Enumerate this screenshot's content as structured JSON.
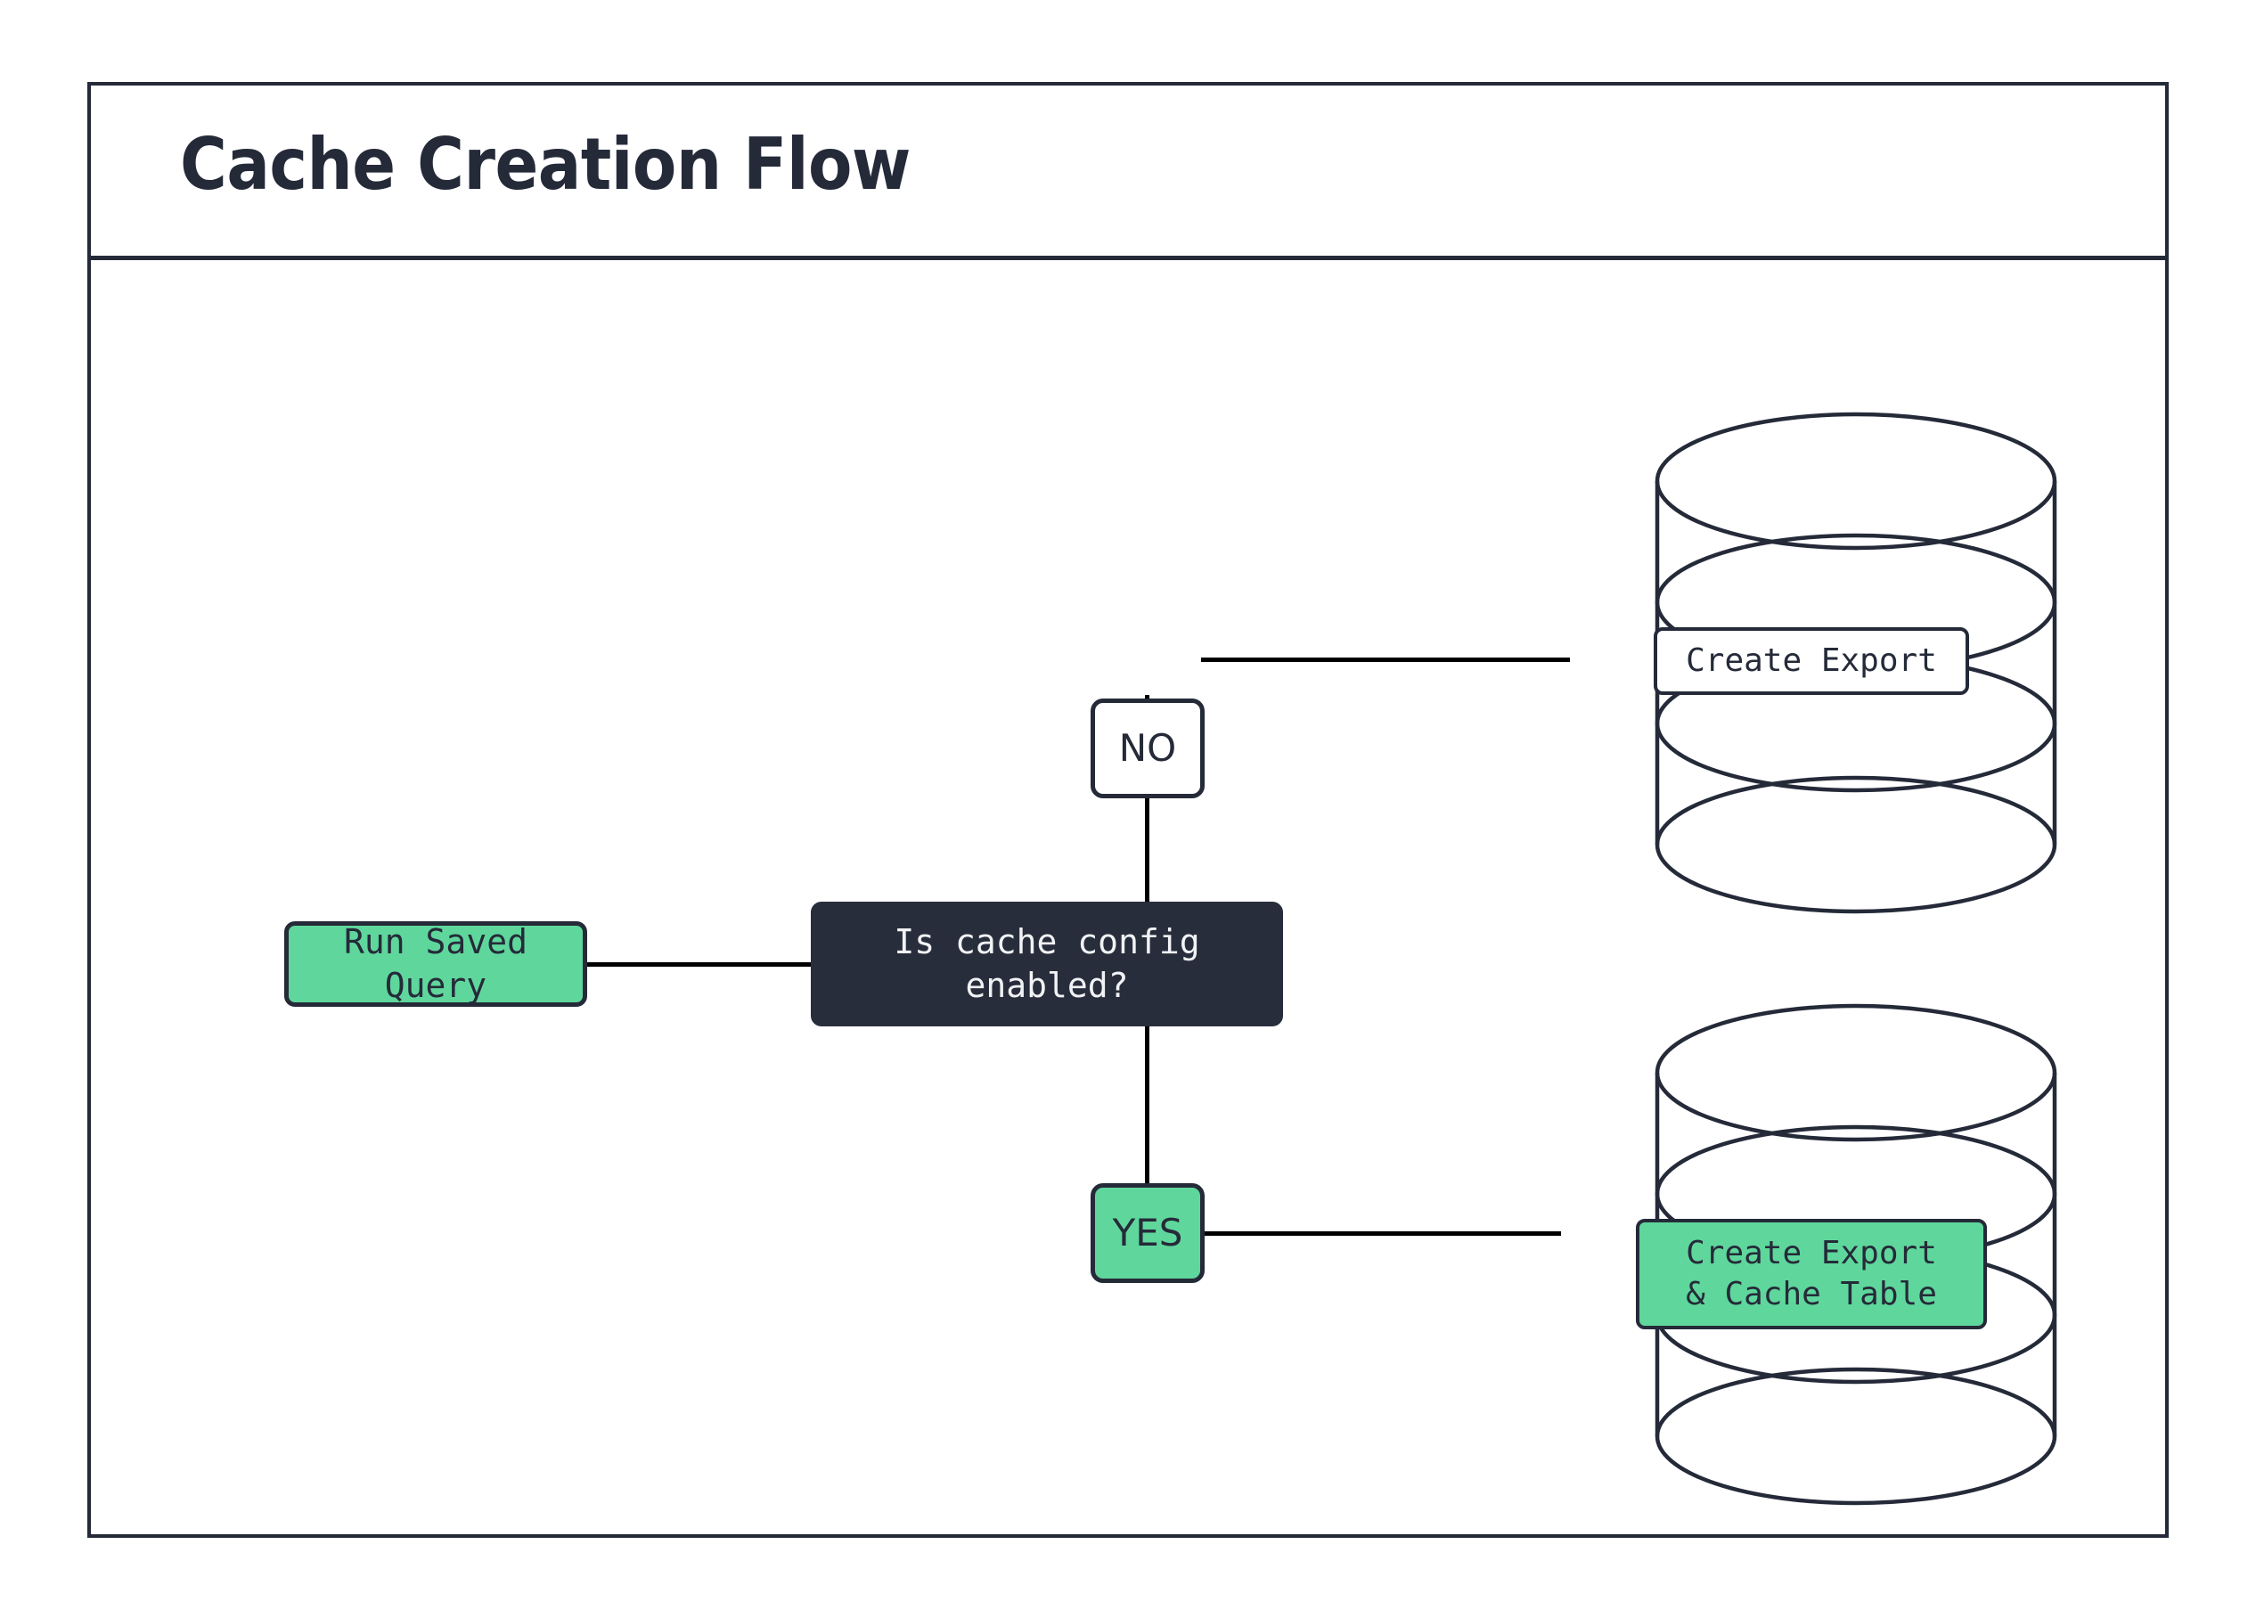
{
  "diagram": {
    "title": "Cache Creation Flow",
    "type": "flowchart",
    "accent_green": "#5fd79c",
    "dark_navy": "#252a39",
    "node_dark_fill": "#282d3c",
    "background": "#ffffff",
    "nodes": [
      {
        "id": "run-saved-query",
        "label": "Run Saved Query",
        "shape": "rounded-rect",
        "style": "green"
      },
      {
        "id": "decision",
        "label": "Is cache config enabled?",
        "shape": "rounded-rect",
        "style": "dark"
      },
      {
        "id": "branch-no",
        "label": "NO",
        "shape": "rounded-rect",
        "style": "white"
      },
      {
        "id": "branch-yes",
        "label": "YES",
        "shape": "rounded-rect",
        "style": "green"
      },
      {
        "id": "create-export",
        "label": "Create Export",
        "shape": "database-cylinder-label",
        "style": "white"
      },
      {
        "id": "create-export-cache",
        "label": "Create Export\n& Cache Table",
        "shape": "database-cylinder-label",
        "style": "green"
      }
    ],
    "edges": [
      {
        "from": "run-saved-query",
        "to": "decision",
        "label": ""
      },
      {
        "from": "decision",
        "to": "branch-no",
        "label": ""
      },
      {
        "from": "decision",
        "to": "branch-yes",
        "label": ""
      },
      {
        "from": "branch-no",
        "to": "create-export",
        "label": ""
      },
      {
        "from": "branch-yes",
        "to": "create-export-cache",
        "label": ""
      }
    ],
    "cylinders": [
      {
        "id": "database-top",
        "icon": "database-cylinder-icon",
        "rings": 4
      },
      {
        "id": "database-bottom",
        "icon": "database-cylinder-icon",
        "rings": 4
      }
    ]
  }
}
